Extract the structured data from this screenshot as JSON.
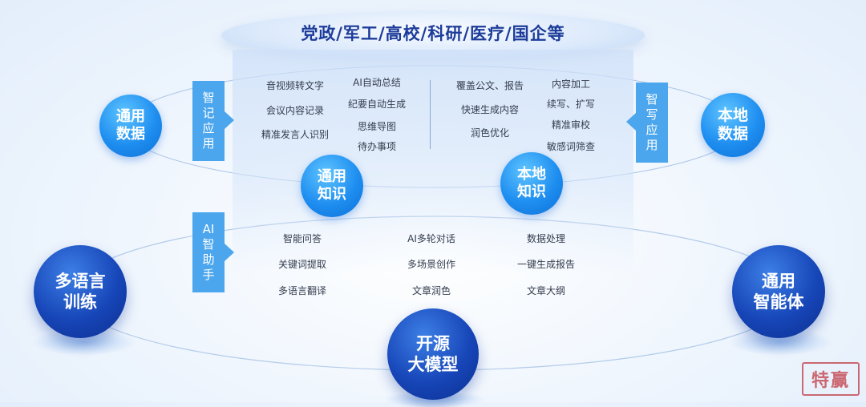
{
  "title": "党政/军工/高校/科研/医疗/国企等",
  "left_tag": [
    "智",
    "记",
    "应",
    "用"
  ],
  "right_tag": [
    "智",
    "写",
    "应",
    "用"
  ],
  "ai_tag": [
    "AI",
    "智",
    "助",
    "手"
  ],
  "smart_record_items": [
    "音视频转文字",
    "会议内容记录",
    "精准发言人识别",
    "AI自动总结",
    "纪要自动生成",
    "思维导图",
    "待办事项"
  ],
  "smart_write_items": [
    "覆盖公文、报告",
    "快速生成内容",
    "润色优化",
    "内容加工",
    "续写、扩写",
    "精准审校",
    "敏感词筛查"
  ],
  "ai_items": [
    "智能问答",
    "关键词提取",
    "多语言翻译",
    "AI多轮对话",
    "多场景创作",
    "文章润色",
    "数据处理",
    "一键生成报告",
    "文章大纲"
  ],
  "nodes": {
    "general_data": [
      "通用",
      "数据"
    ],
    "local_data": [
      "本地",
      "数据"
    ],
    "general_knowledge": [
      "通用",
      "知识"
    ],
    "local_knowledge": [
      "本地",
      "知识"
    ],
    "multilingual_training": [
      "多语言",
      "训练"
    ],
    "general_agent": [
      "通用",
      "智能体"
    ],
    "open_source_model": [
      "开源",
      "大模型"
    ]
  },
  "watermark": "特赢",
  "colors": {
    "title": "#1d3c9a",
    "tag": "#4ba6ee",
    "node_light": "#1e8ef0",
    "node_dark": "#1746b8",
    "seal": "#c6505a"
  }
}
